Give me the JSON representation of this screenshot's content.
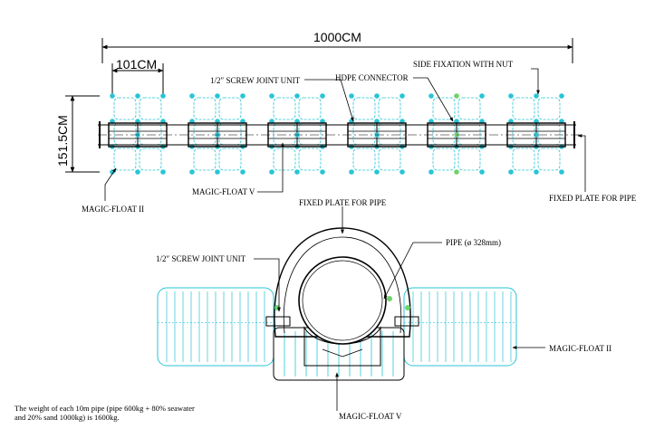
{
  "dimensions": {
    "total_length": "1000CM",
    "unit_width": "101CM",
    "height": "151.5CM"
  },
  "labels": {
    "screw_joint_top": "1/2″ SCREW JOINT UNIT",
    "hdpe_connector": "HDPE CONNECTOR",
    "side_fixation": "SIDE FIXATION WITH NUT",
    "magic_float_v_top": "MAGIC-FLOAT V",
    "magic_float_ii_left": "MAGIC-FLOAT II",
    "fixed_plate_right": "FIXED PLATE FOR PIPE",
    "fixed_plate_center": "FIXED PLATE FOR PIPE",
    "pipe": "PIPE (ø 328mm)",
    "screw_joint_bottom": "1/2″ SCREW JOINT UNIT",
    "magic_float_ii_right": "MAGIC-FLOAT II",
    "magic_float_v_bottom": "MAGIC-FLOAT V"
  },
  "note": "The weight of each 10m pipe (pipe 600kg + 80% seawater and 20% sand 1000kg) is 1600kg.",
  "colors": {
    "cyan": "#27c5d6",
    "green": "#6fd26a",
    "line": "#000000"
  }
}
